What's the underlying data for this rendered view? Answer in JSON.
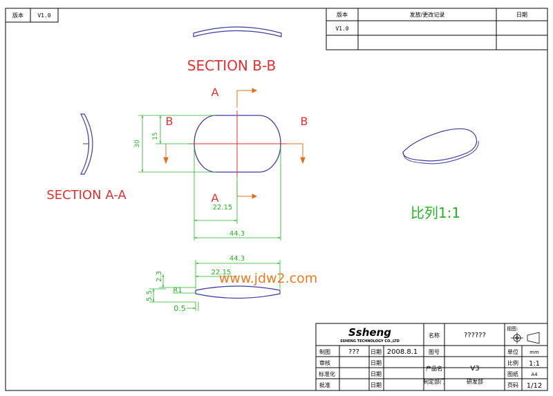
{
  "top_left_block": {
    "label": "版本",
    "value": "V1.0"
  },
  "revision_table": {
    "headers": [
      "版本",
      "发放/更改记录",
      "日期"
    ],
    "rows": [
      [
        "V1.0",
        "",
        ""
      ],
      [
        "",
        "",
        ""
      ]
    ]
  },
  "sections": {
    "bb_title": "SECTION B-B",
    "aa_title": "SECTION A-A",
    "marker_a": "A",
    "marker_b": "B"
  },
  "dimensions": {
    "height_30": "30",
    "half_15": "15",
    "half_width": "22.15",
    "width": "44.3",
    "bottom_width": "44.3",
    "bottom_half": "22.15",
    "thickness_2_3": "2.3",
    "r1": "R1",
    "h_5_5": "5.5",
    "edge_0_5": "0.5"
  },
  "iso_scale_label": "比列1:1",
  "watermark": "www.jdw2.com",
  "title_block": {
    "logo_name": "Ssheng",
    "logo_sub": "SSHENG TECHNOLOGY CO.,LTD",
    "name_label": "名称",
    "name_value": "??????",
    "view_label": "视图:",
    "drawn_label": "制图",
    "drawn_value": "???",
    "date_label": "日期",
    "date_value": "2008.8.1",
    "drawing_no_label": "图号",
    "unit_label": "单位",
    "unit_value": "mm",
    "review_label": "审核",
    "scale_label": "比例",
    "scale_value": "1:1",
    "standard_label": "标准化",
    "product_label": "产品名",
    "product_value": "V3",
    "paper_label": "图纸",
    "paper_value": "A4",
    "approve_label": "批准",
    "dept_label": "制定部门",
    "dept_value": "研发部",
    "page_label": "页码",
    "page_value": "1/12"
  },
  "colors": {
    "outline": "#3a3aa0",
    "dim": "#22b322",
    "section": "#e03030",
    "arrow": "#e0701c",
    "watermark": "#f07820"
  }
}
